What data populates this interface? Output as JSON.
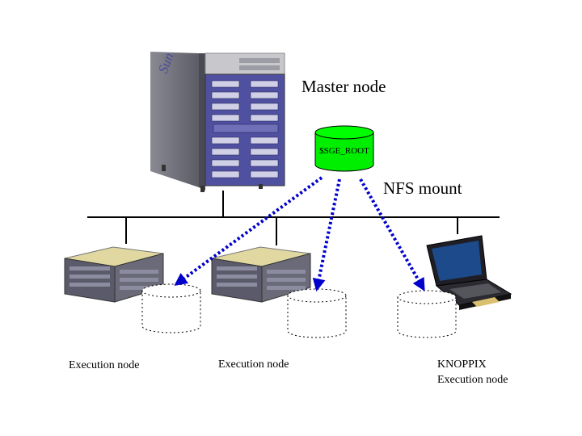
{
  "labels": {
    "master": "Master node",
    "sge_root": "$SGE_ROOT",
    "nfs": "NFS mount",
    "exec1": "Execution node",
    "exec2": "Execution node",
    "knoppix_line1": "KNOPPIX",
    "knoppix_line2": "Execution node"
  },
  "server_logo": "Sun",
  "colors": {
    "nfs_arrow": "#0000cc",
    "sge_disk": "#00ee00",
    "server_panel": "#5050a0",
    "server_body": "#6e6e78",
    "network_line": "#000000"
  }
}
